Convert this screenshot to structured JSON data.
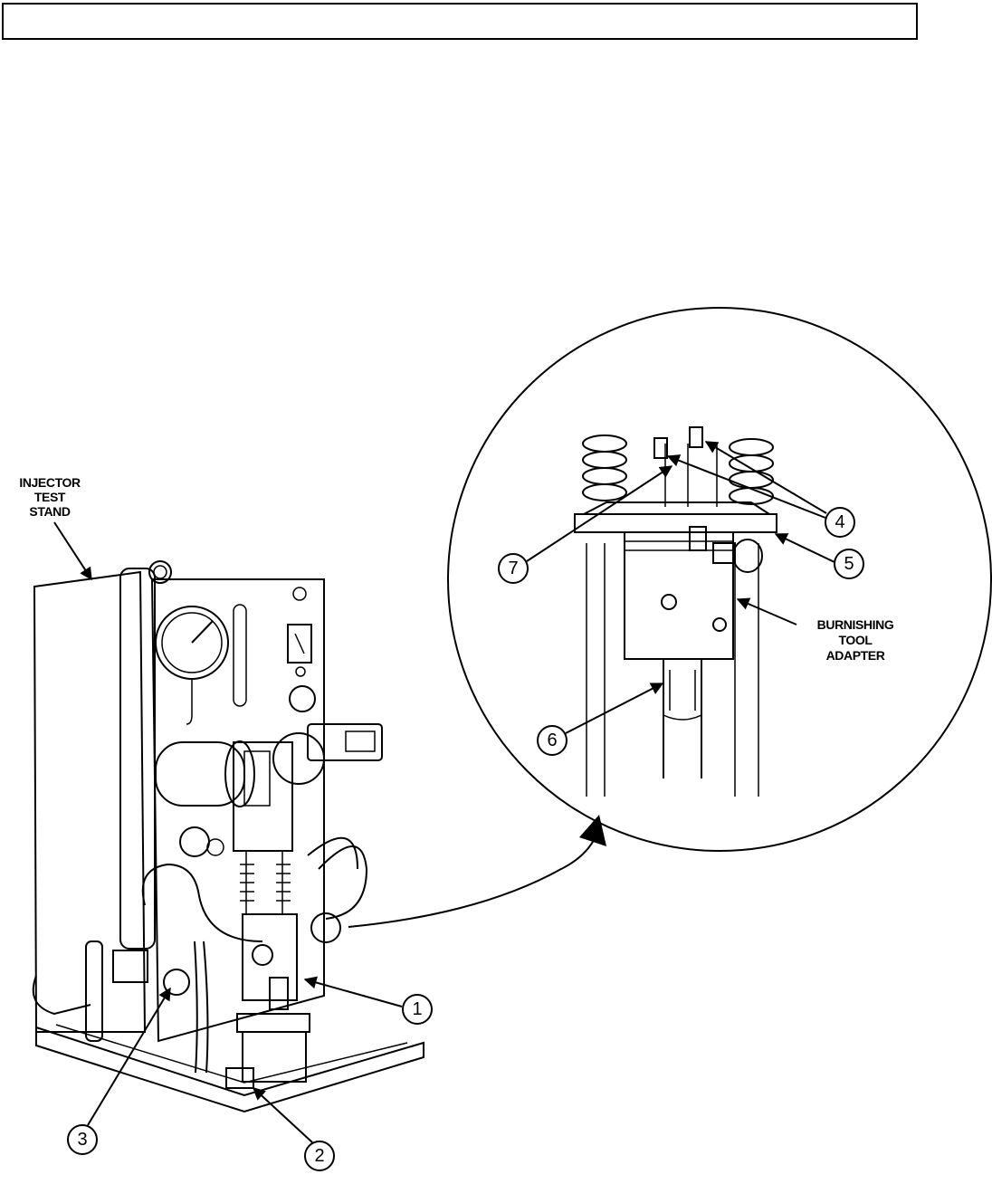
{
  "labels": {
    "test_stand": [
      "INJECTOR",
      "TEST",
      "STAND"
    ],
    "adapter": [
      "BURNISHING",
      "TOOL",
      "ADAPTER"
    ]
  },
  "callouts": [
    "1",
    "2",
    "3",
    "4",
    "5",
    "6",
    "7"
  ]
}
